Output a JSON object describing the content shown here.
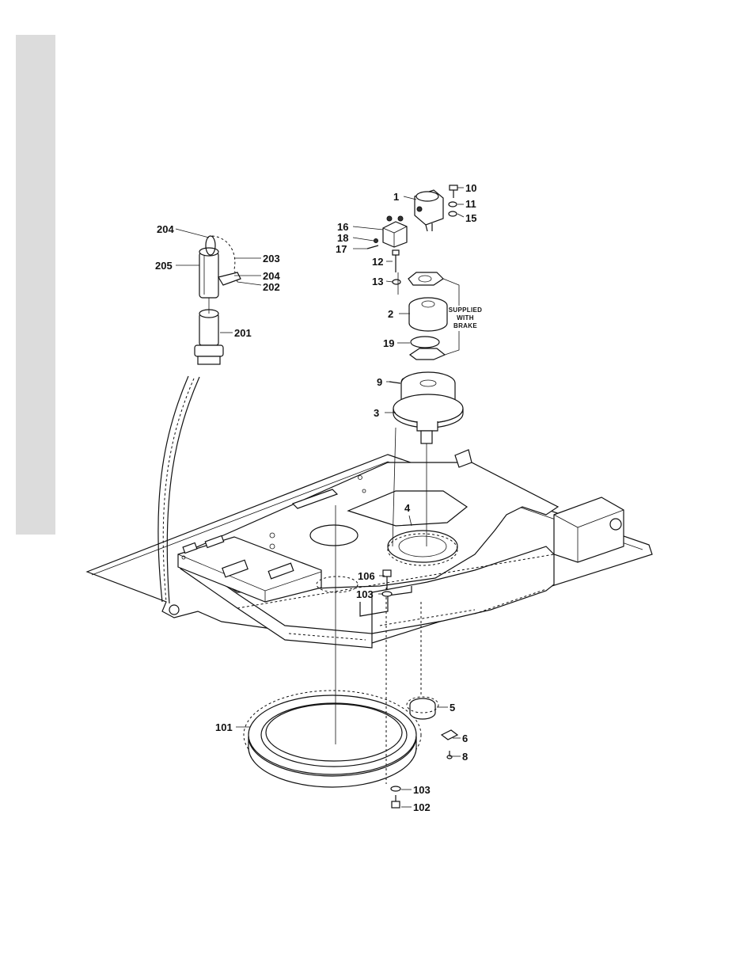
{
  "labels": {
    "l1": "1",
    "l2": "2",
    "l3": "3",
    "l4": "4",
    "l5": "5",
    "l6": "6",
    "l8": "8",
    "l9": "9",
    "l10": "10",
    "l11": "11",
    "l12": "12",
    "l13": "13",
    "l15": "15",
    "l16": "16",
    "l17": "17",
    "l18": "18",
    "l19": "19",
    "l101": "101",
    "l102": "102",
    "l103a": "103",
    "l103b": "103",
    "l106": "106",
    "l201": "201",
    "l202": "202",
    "l203": "203",
    "l204a": "204",
    "l204b": "204",
    "l205": "205"
  },
  "note": {
    "line1": "SUPPLIED",
    "line2": "WITH",
    "line3": "BRAKE"
  },
  "colors": {
    "ink": "#111111",
    "sidebar": "#dcdcdc",
    "paper": "#ffffff"
  }
}
